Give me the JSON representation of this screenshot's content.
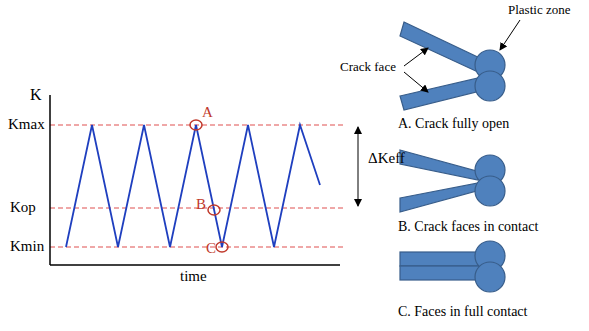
{
  "diagram": {
    "labels": [
      "K",
      "Kmax",
      "Kop",
      "Kmin",
      "time",
      "A",
      "B",
      "C",
      "ΔKeff",
      "Plastic zone",
      "Crack face",
      "A. Crack fully open",
      "B. Crack faces in contact",
      "C. Faces in full contact"
    ]
  }
}
